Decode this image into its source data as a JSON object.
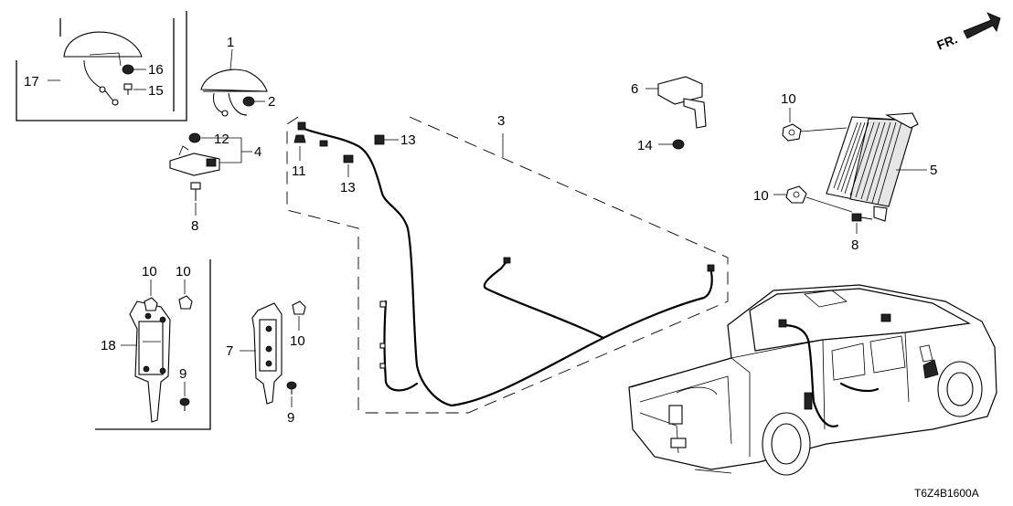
{
  "diagram": {
    "callouts": {
      "c1": "1",
      "c2": "2",
      "c3": "3",
      "c4": "4",
      "c5": "5",
      "c6": "6",
      "c7": "7",
      "c8a": "8",
      "c8b": "8",
      "c9a": "9",
      "c9b": "9",
      "c10a": "10",
      "c10b": "10",
      "c10c": "10",
      "c10d": "10",
      "c10e": "10",
      "c11": "11",
      "c12": "12",
      "c13a": "13",
      "c13b": "13",
      "c14": "14",
      "c15": "15",
      "c16": "16",
      "c17": "17",
      "c18": "18"
    },
    "direction_label": "FR.",
    "diagram_code": "T6Z4B1600A"
  }
}
